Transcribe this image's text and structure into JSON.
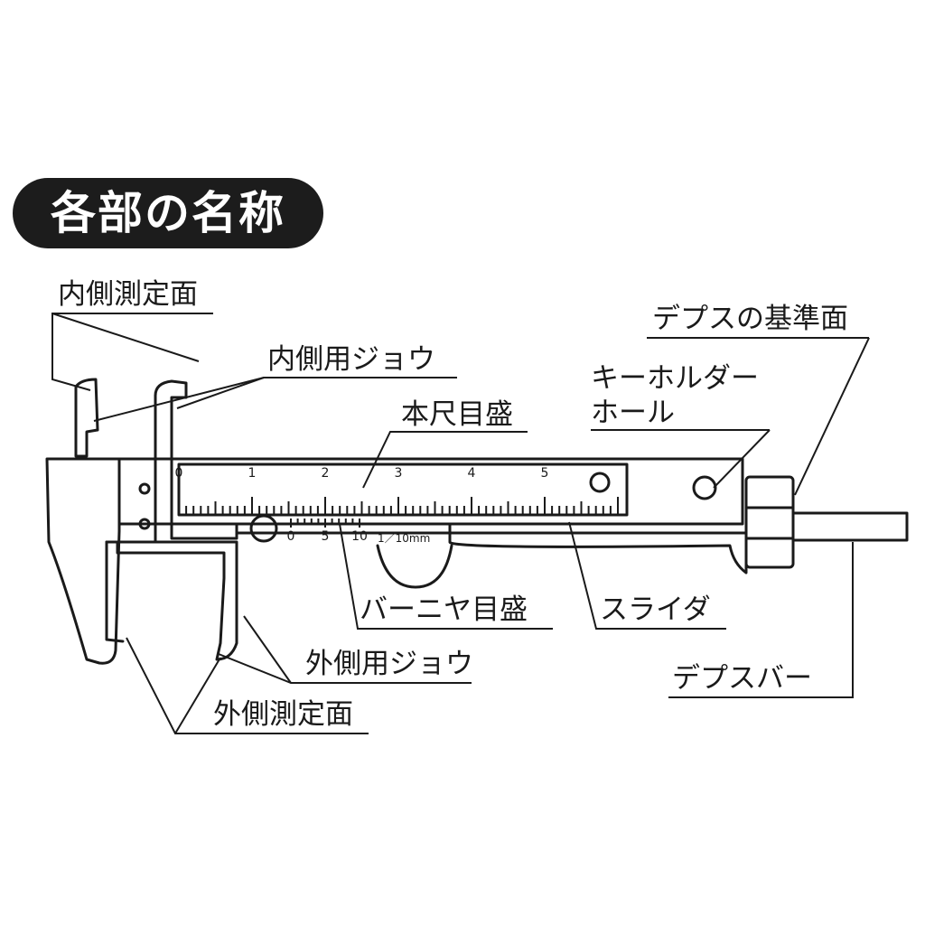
{
  "title": "各部の名称",
  "labels": {
    "inner_measuring_face": "内側測定面",
    "inner_jaw": "内側用ジョウ",
    "main_scale": "本尺目盛",
    "keyholder_line1": "キーホルダー",
    "keyholder_line2": "ホール",
    "depth_reference_face": "デプスの基準面",
    "vernier_scale": "バーニヤ目盛",
    "slider": "スライダ",
    "outer_jaw": "外側用ジョウ",
    "outer_measuring_face": "外側測定面",
    "depth_bar": "デプスバー"
  },
  "main_scale_numbers": [
    "0",
    "1",
    "2",
    "3",
    "4",
    "5"
  ],
  "vernier_numbers": [
    "0",
    "5",
    "10"
  ],
  "vernier_unit": "1／10mm"
}
